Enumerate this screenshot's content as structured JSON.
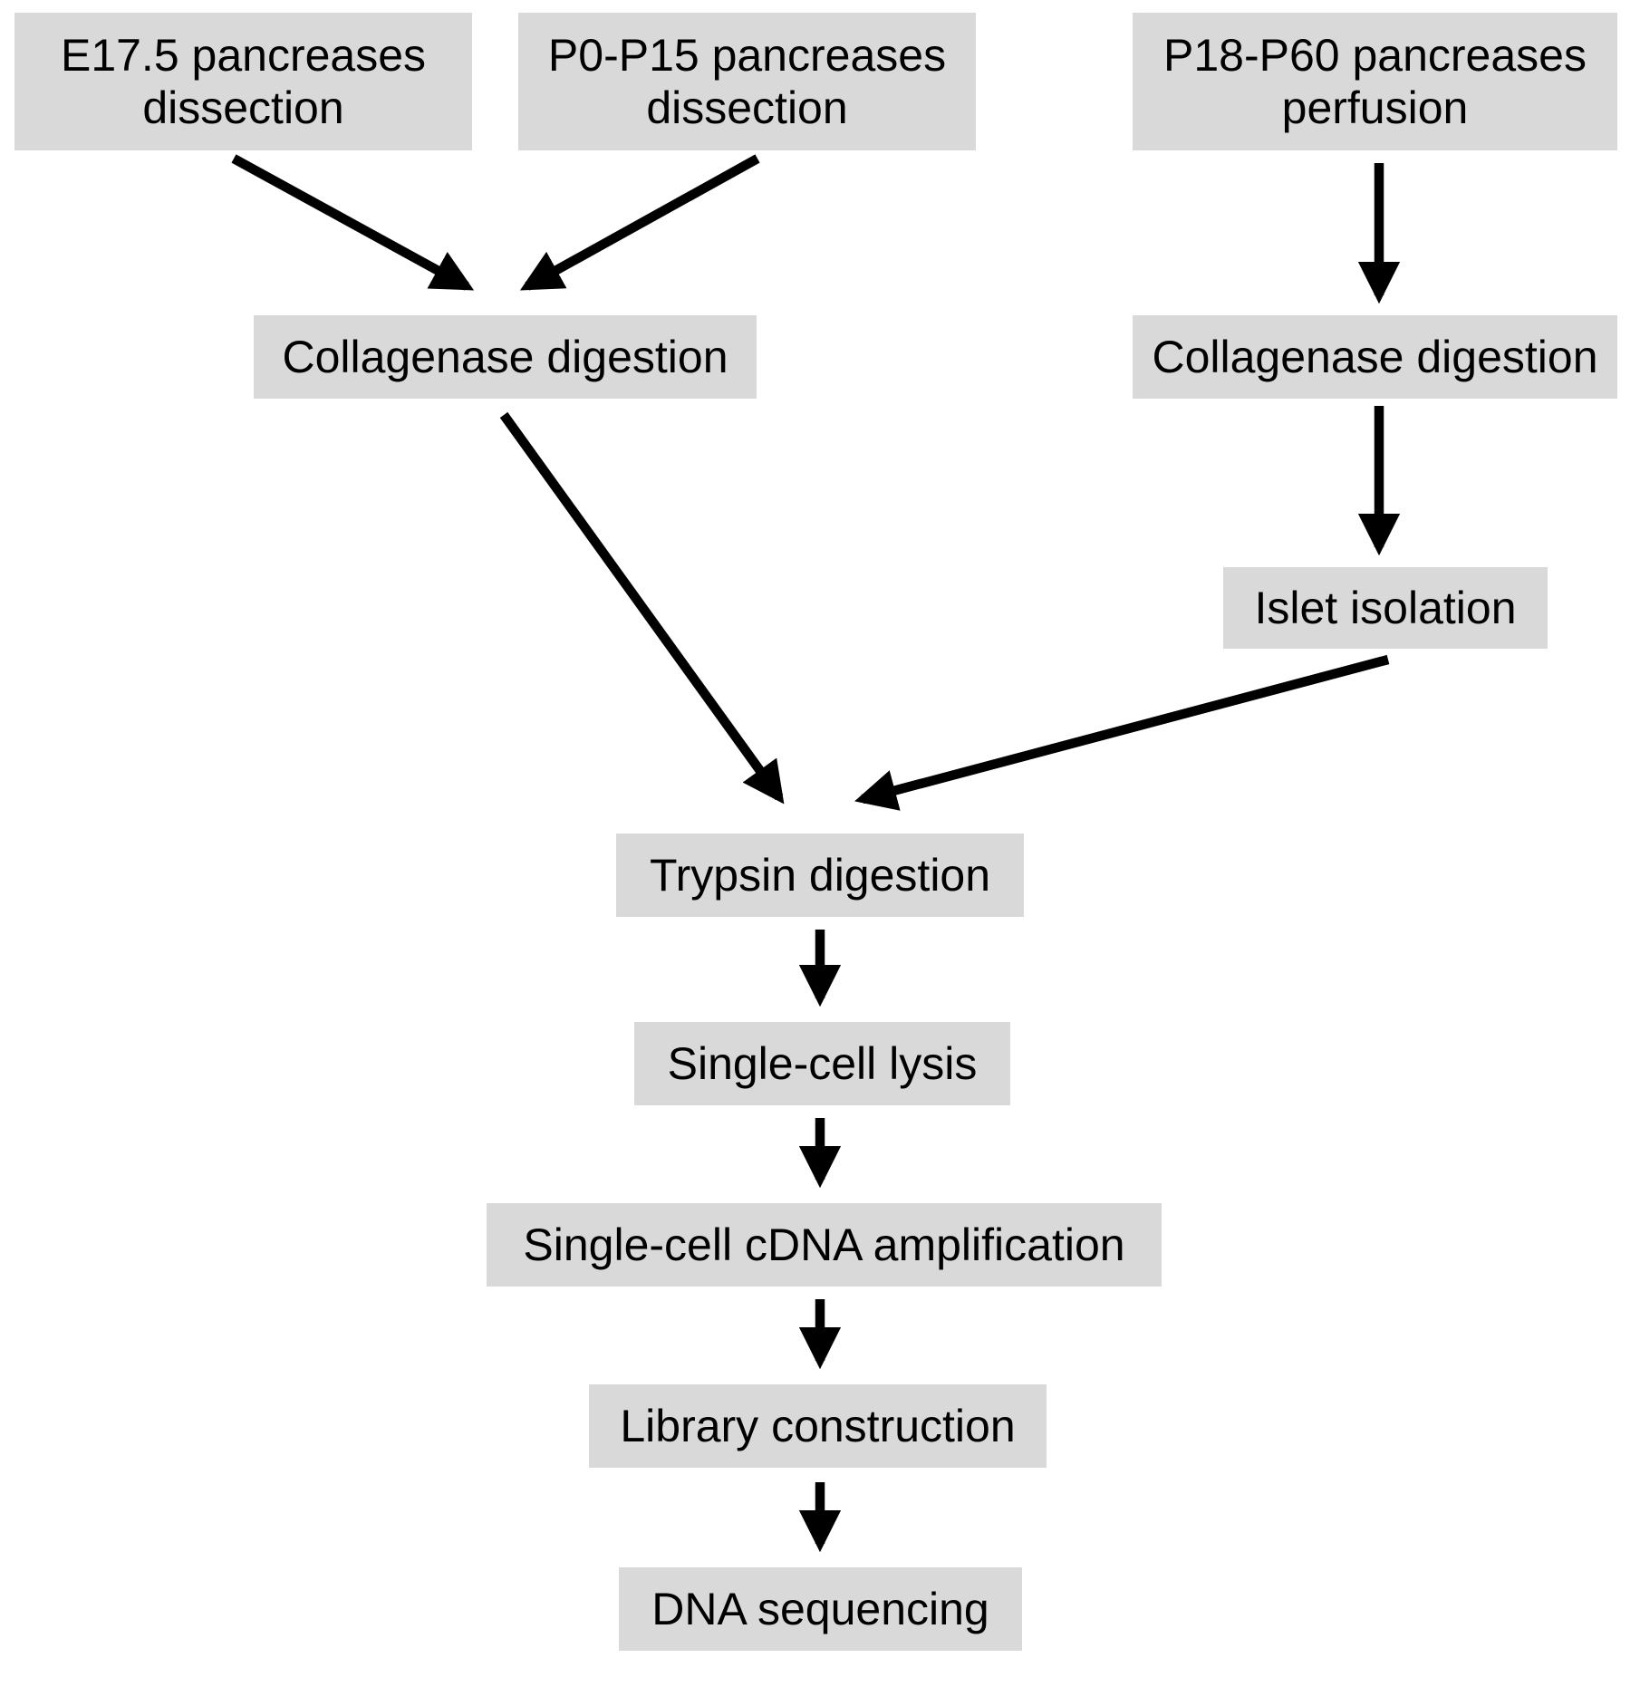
{
  "figure": {
    "type": "flowchart",
    "background": "#ffffff",
    "box_fill": "#d9d9d9",
    "text_color": "#000000",
    "arrow_color": "#000000"
  },
  "nodes": [
    {
      "id": "e175-dissection",
      "label": "E17.5 pancreases dissection"
    },
    {
      "id": "p0-p15-dissection",
      "label": "P0-P15 pancreases dissection"
    },
    {
      "id": "p18-p60-perfusion",
      "label": "P18-P60 pancreases perfusion"
    },
    {
      "id": "collagenase-digestion-left",
      "label": "Collagenase digestion"
    },
    {
      "id": "collagenase-digestion-right",
      "label": "Collagenase digestion"
    },
    {
      "id": "islet-isolation",
      "label": "Islet isolation"
    },
    {
      "id": "trypsin-digestion",
      "label": "Trypsin digestion"
    },
    {
      "id": "single-cell-lysis",
      "label": "Single-cell lysis"
    },
    {
      "id": "single-cell-cdna-amplification",
      "label": "Single-cell cDNA amplification"
    },
    {
      "id": "library-construction",
      "label": "Library construction"
    },
    {
      "id": "dna-sequencing",
      "label": "DNA sequencing"
    }
  ],
  "edges": [
    {
      "from": "e175-dissection",
      "to": "collagenase-digestion-left"
    },
    {
      "from": "p0-p15-dissection",
      "to": "collagenase-digestion-left"
    },
    {
      "from": "p18-p60-perfusion",
      "to": "collagenase-digestion-right"
    },
    {
      "from": "collagenase-digestion-right",
      "to": "islet-isolation"
    },
    {
      "from": "collagenase-digestion-left",
      "to": "trypsin-digestion"
    },
    {
      "from": "islet-isolation",
      "to": "trypsin-digestion"
    },
    {
      "from": "trypsin-digestion",
      "to": "single-cell-lysis"
    },
    {
      "from": "single-cell-lysis",
      "to": "single-cell-cdna-amplification"
    },
    {
      "from": "single-cell-cdna-amplification",
      "to": "library-construction"
    },
    {
      "from": "library-construction",
      "to": "dna-sequencing"
    }
  ]
}
